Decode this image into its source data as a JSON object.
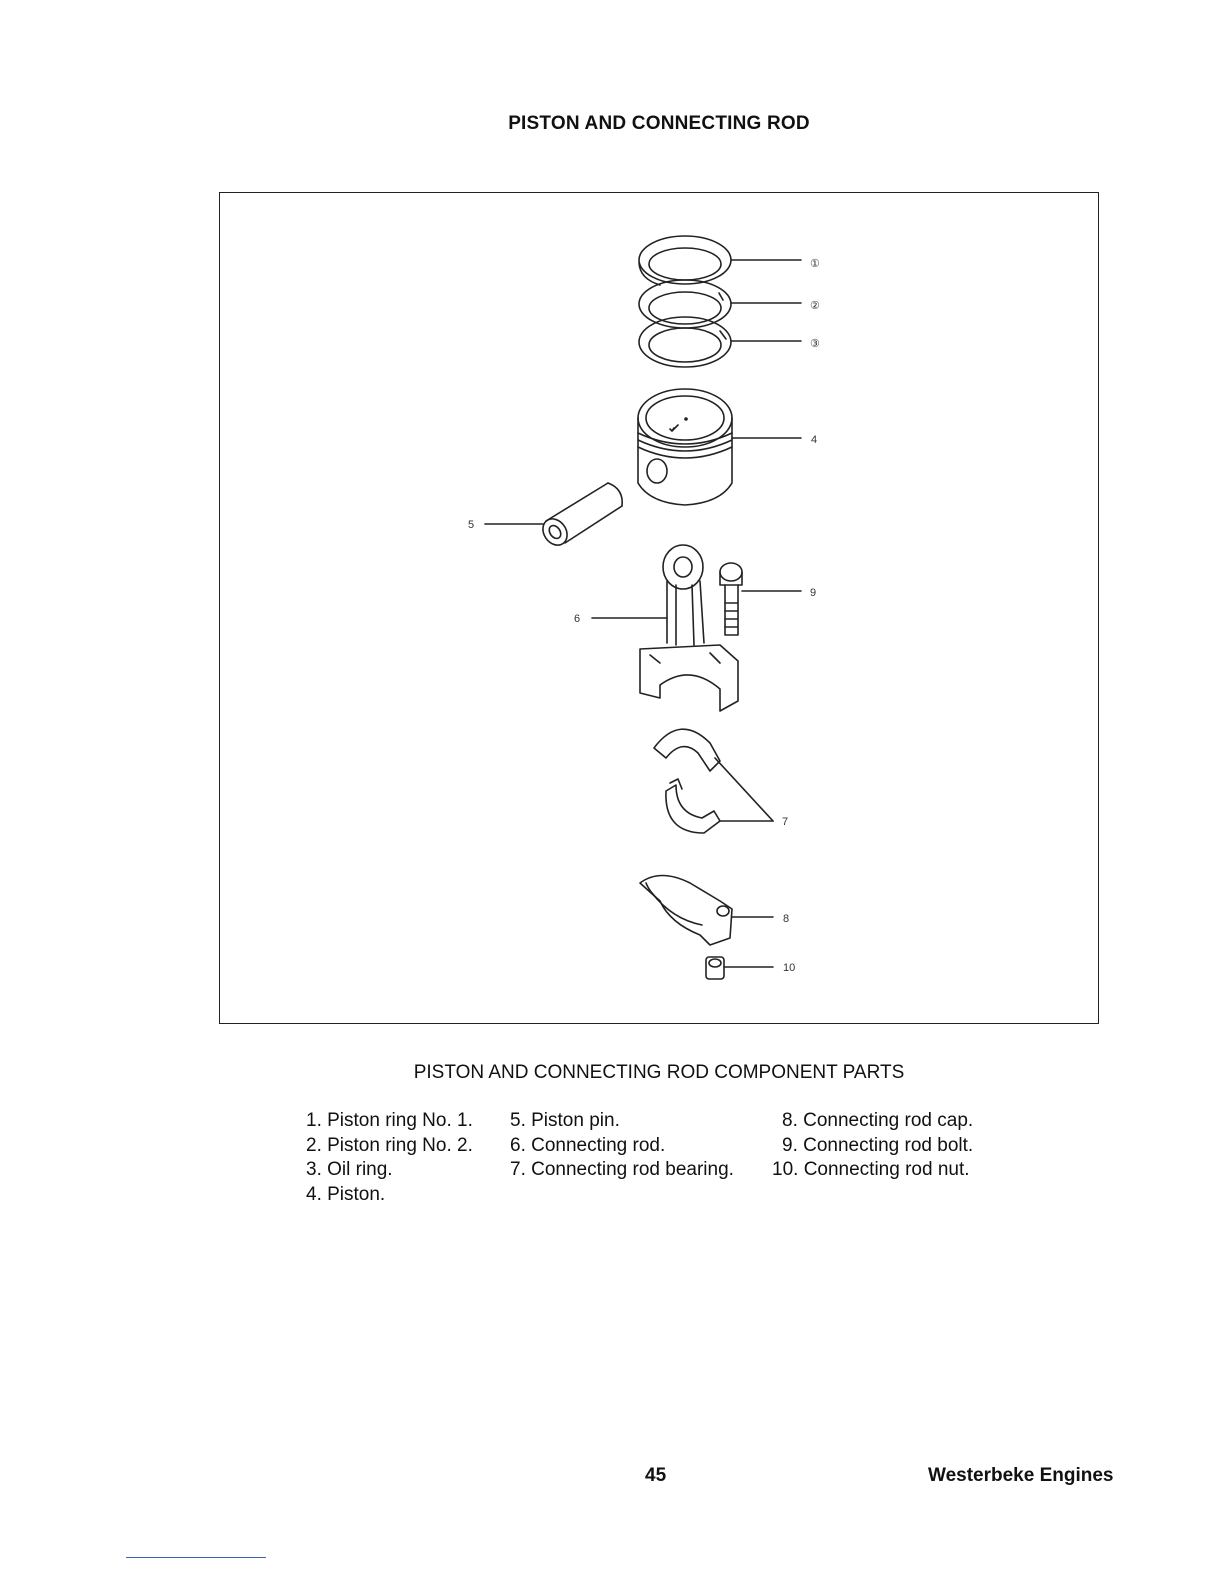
{
  "page_title": "PISTON AND CONNECTING ROD",
  "figure": {
    "callouts": [
      "①",
      "②",
      "③",
      "4",
      "5",
      "6",
      "7",
      "8",
      "9",
      "10"
    ],
    "caption": "PISTON AND CONNECTING ROD COMPONENT PARTS"
  },
  "parts_list": {
    "col1": [
      "1. Piston ring No. 1.",
      "2. Piston ring No. 2.",
      "3. Oil ring.",
      "4. Piston."
    ],
    "col2": [
      "5. Piston pin.",
      "6. Connecting rod.",
      "7. Connecting rod bearing."
    ],
    "col3": [
      "8. Connecting rod cap.",
      "9. Connecting rod bolt.",
      "10. Connecting rod nut."
    ]
  },
  "footer": {
    "page_number": "45",
    "brand": "Westerbeke Engines"
  }
}
